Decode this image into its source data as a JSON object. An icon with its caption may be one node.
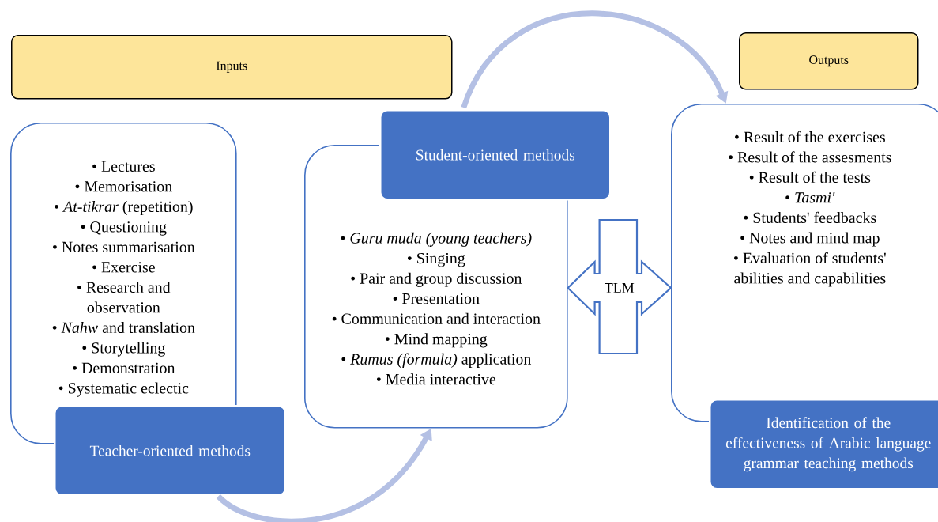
{
  "diagram": {
    "nodes": [
      {
        "text": [
          "Inputs"
        ]
      },
      {
        "text": [
          "Outputs"
        ]
      },
      {
        "text": [
          "• Lectures",
          "• Memorisation",
          "• *At-tikrar* (repetition)",
          "• Questioning",
          "• Notes summarisation",
          "• Exercise",
          "• Research and observation",
          "• *Nahw* and translation",
          "• Storytelling",
          "• Demonstration",
          "• Systematic eclectic"
        ]
      },
      {
        "text": [
          "Teacher-oriented methods"
        ]
      },
      {
        "text": [
          "• *Guru muda (young teachers)*",
          "• Singing",
          "• Pair and group discussion",
          "• Presentation",
          "• Communication and interaction",
          "• Mind mapping",
          "• *Rumus (formula)* application",
          "• Media interactive"
        ]
      },
      {
        "text": [
          "Student-oriented methods"
        ]
      },
      {
        "text": [
          "• Result of the exercises",
          "• Result of the assesments",
          "• Result of the tests",
          "• *Tasmi'*",
          "• Students' feedbacks",
          "• Notes and mind map",
          "• Evaluation of students' abilities and capabilities"
        ]
      },
      {
        "text": [
          "Identification of the effectiveness of Arabic language grammar teaching methods"
        ]
      }
    ],
    "edges": [
      {
        "from": 3,
        "to": 4,
        "arrow": "to",
        "color": "#b4c0e4"
      },
      {
        "from": 5,
        "to": 6,
        "arrow": "to",
        "color": "#b4c0e4"
      },
      {
        "from": 4,
        "to": 6,
        "arrow": "both",
        "label": "TLM"
      }
    ]
  }
}
